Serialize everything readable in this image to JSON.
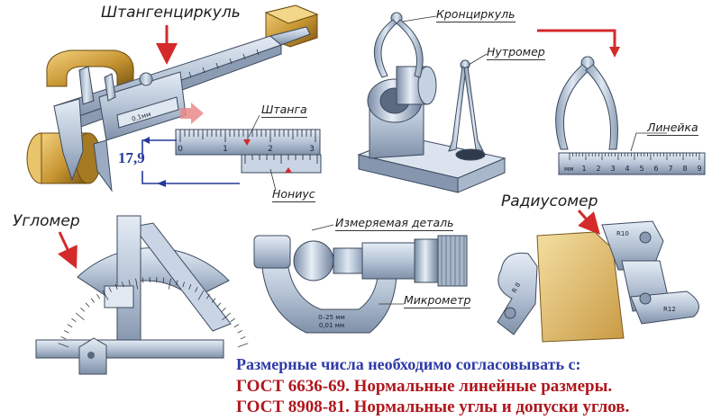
{
  "labels": {
    "caliper": "Штангенциркуль",
    "outside_caliper": "Кронциркуль",
    "inside_caliper": "Нутромер",
    "ruler": "Линейка",
    "beam": "Штанга",
    "vernier": "Нониус",
    "protractor": "Угломер",
    "measured_part": "Измеряемая деталь",
    "micrometer": "Микрометр",
    "radius_gauge": "Радиусомер"
  },
  "reading_value": "17,9",
  "ruler_scale": {
    "unit": "мм",
    "numbers": [
      "1",
      "2",
      "3",
      "4",
      "5",
      "6",
      "7",
      "8",
      "9"
    ]
  },
  "beam_scale": {
    "numbers": [
      "0",
      "1",
      "2",
      "3"
    ]
  },
  "micrometer_marks": {
    "line1": "0–25 мм",
    "line2": "0,01 мм"
  },
  "radius_marks": {
    "r10": "R10",
    "r12": "R12",
    "r8": "R 8"
  },
  "caliper_mark": "0,1мм",
  "footer": {
    "line1": "Размерные числа необходимо согласовывать с:",
    "line2": "ГОСТ 6636-69. Нормальные линейные размеры.",
    "line3": "ГОСТ 8908-81. Нормальные углы и допуски углов."
  },
  "colors": {
    "arrow_red": "#d42a2a",
    "reading_blue": "#253a9c",
    "footer_blue": "#2d3aa8",
    "footer_red": "#b0161c",
    "metal": "#b8c6d8",
    "brass": "#c9a24a"
  }
}
